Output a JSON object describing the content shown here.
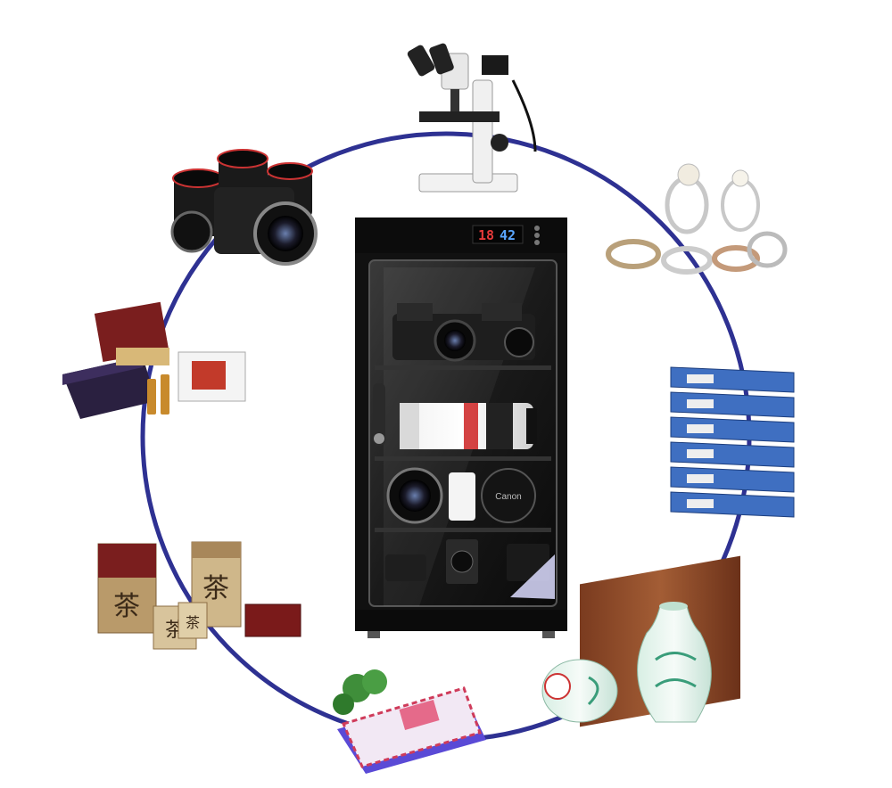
{
  "image": {
    "subject": "dry-cabinet-storage-uses",
    "ring_color": "#2e3192",
    "cabinet_color": "#111111"
  },
  "cabinet": {
    "display_humidity": "42",
    "display_temp": "18",
    "lens_cap_brand": "Canon"
  },
  "surrounding_items": [
    {
      "name": "microscope-icon"
    },
    {
      "name": "rings-icon"
    },
    {
      "name": "binders-icon"
    },
    {
      "name": "porcelain-vase-icon"
    },
    {
      "name": "stamp-album-icon"
    },
    {
      "name": "tea-boxes-icon"
    },
    {
      "name": "gift-box-icon"
    },
    {
      "name": "camera-lenses-icon"
    }
  ],
  "tea_box_labels": [
    "茶",
    "茶",
    "茶",
    "茶"
  ]
}
